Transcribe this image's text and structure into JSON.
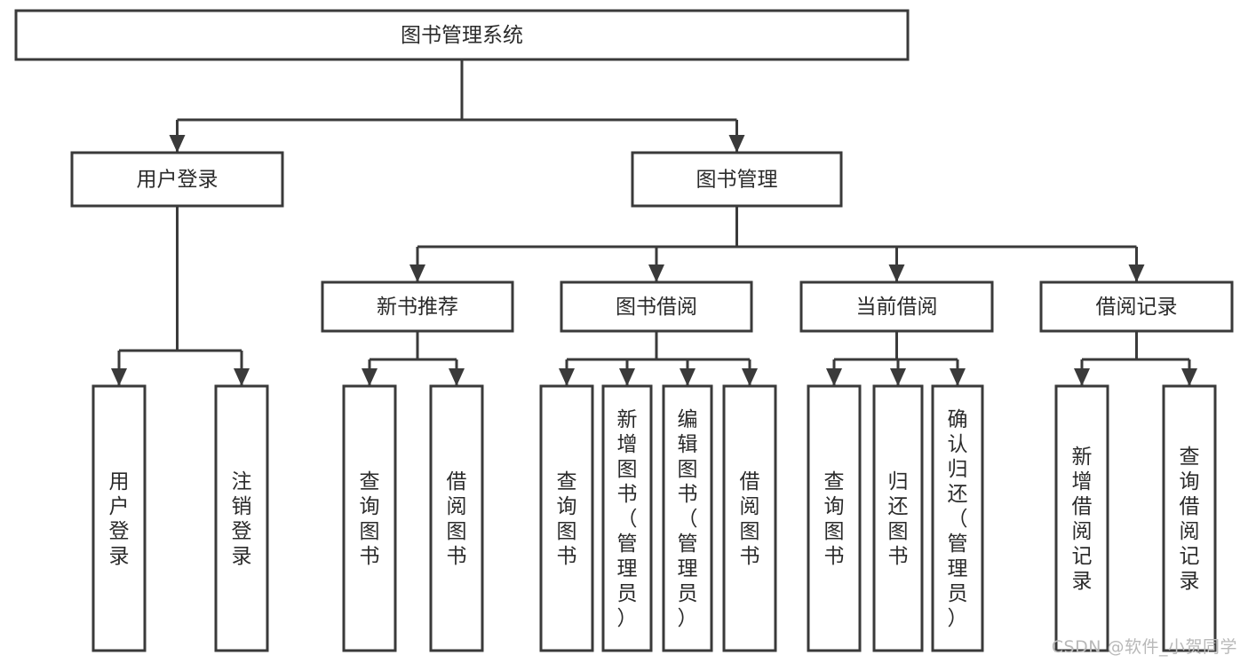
{
  "diagram": {
    "type": "tree",
    "title": "图书管理系统",
    "watermark": "CSDN @软件_小贺同学",
    "colors": {
      "stroke": "#3a3a3a",
      "box_fill": "#ffffff",
      "text": "#2b2b2b",
      "background": "#ffffff",
      "watermark": "#b9b9b9"
    },
    "root": {
      "id": "root",
      "label": "图书管理系统",
      "orientation": "horizontal"
    },
    "level2": [
      {
        "id": "user-login",
        "label": "用户登录",
        "orientation": "horizontal"
      },
      {
        "id": "book-manage",
        "label": "图书管理",
        "orientation": "horizontal"
      }
    ],
    "level3": [
      {
        "id": "new-book-recommend",
        "label": "新书推荐",
        "parent": "book-manage",
        "orientation": "horizontal"
      },
      {
        "id": "book-borrow",
        "label": "图书借阅",
        "parent": "book-manage",
        "orientation": "horizontal"
      },
      {
        "id": "current-borrow",
        "label": "当前借阅",
        "parent": "book-manage",
        "orientation": "horizontal"
      },
      {
        "id": "borrow-record",
        "label": "借阅记录",
        "parent": "book-manage",
        "orientation": "horizontal"
      }
    ],
    "leaves": [
      {
        "id": "leaf-user-login",
        "label": "用户登录",
        "parent": "user-login",
        "orientation": "vertical"
      },
      {
        "id": "leaf-logout-login",
        "label": "注销登录",
        "parent": "user-login",
        "orientation": "vertical"
      },
      {
        "id": "leaf-query-book-1",
        "label": "查询图书",
        "parent": "new-book-recommend",
        "orientation": "vertical"
      },
      {
        "id": "leaf-borrow-book-1",
        "label": "借阅图书",
        "parent": "new-book-recommend",
        "orientation": "vertical"
      },
      {
        "id": "leaf-query-book-2",
        "label": "查询图书",
        "parent": "book-borrow",
        "orientation": "vertical"
      },
      {
        "id": "leaf-add-book",
        "label": "新增图书（管理员）",
        "parent": "book-borrow",
        "orientation": "vertical"
      },
      {
        "id": "leaf-edit-book",
        "label": "编辑图书（管理员）",
        "parent": "book-borrow",
        "orientation": "vertical"
      },
      {
        "id": "leaf-borrow-book-2",
        "label": "借阅图书",
        "parent": "book-borrow",
        "orientation": "vertical"
      },
      {
        "id": "leaf-query-book-3",
        "label": "查询图书",
        "parent": "current-borrow",
        "orientation": "vertical"
      },
      {
        "id": "leaf-return-book",
        "label": "归还图书",
        "parent": "current-borrow",
        "orientation": "vertical"
      },
      {
        "id": "leaf-confirm-return",
        "label": "确认归还（管理员）",
        "parent": "current-borrow",
        "orientation": "vertical"
      },
      {
        "id": "leaf-add-record",
        "label": "新增借阅记录",
        "parent": "borrow-record",
        "orientation": "vertical"
      },
      {
        "id": "leaf-query-record",
        "label": "查询借阅记录",
        "parent": "borrow-record",
        "orientation": "vertical"
      }
    ]
  }
}
